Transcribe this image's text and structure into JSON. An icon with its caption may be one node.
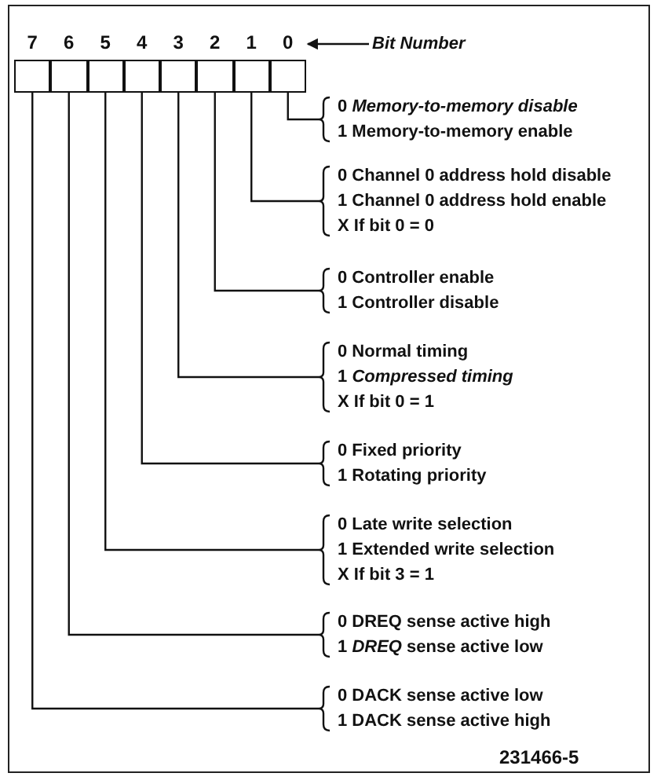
{
  "diagram": {
    "nodes": [
      {
        "text": [
          "7"
        ]
      },
      {
        "text": [
          "6"
        ]
      },
      {
        "text": [
          "5"
        ]
      },
      {
        "text": [
          "4"
        ]
      },
      {
        "text": [
          "3"
        ]
      },
      {
        "text": [
          "2"
        ]
      },
      {
        "text": [
          "1"
        ]
      },
      {
        "text": [
          "0"
        ]
      },
      {
        "text": [
          "Bit Number"
        ]
      },
      {
        "text": [
          "0 *Memory-to-memory disable*",
          "1 Memory-to-memory enable"
        ]
      },
      {
        "text": [
          "0 Channel 0 address hold disable",
          "1 Channel 0 address hold enable",
          "X If bit 0 = 0"
        ]
      },
      {
        "text": [
          "0 Controller enable",
          "1 Controller disable"
        ]
      },
      {
        "text": [
          "0 Normal timing",
          "1 *Compressed timing*",
          "X If bit 0 = 1"
        ]
      },
      {
        "text": [
          "0 Fixed priority",
          "1 Rotating priority"
        ]
      },
      {
        "text": [
          "0 Late write selection",
          "1 Extended write selection",
          "X If bit 3 = 1"
        ]
      },
      {
        "text": [
          "0 DREQ sense active high",
          "1 *DREQ* sense active low"
        ]
      },
      {
        "text": [
          "0 DACK sense active low",
          "1 DACK sense active high"
        ]
      }
    ],
    "edges": [
      {
        "from": 8,
        "to": 7,
        "arrow": "to"
      },
      {
        "from": 7,
        "to": 9,
        "arrow": "none"
      },
      {
        "from": 6,
        "to": 10,
        "arrow": "none"
      },
      {
        "from": 5,
        "to": 11,
        "arrow": "none"
      },
      {
        "from": 4,
        "to": 12,
        "arrow": "none"
      },
      {
        "from": 3,
        "to": 13,
        "arrow": "none"
      },
      {
        "from": 2,
        "to": 14,
        "arrow": "none"
      },
      {
        "from": 1,
        "to": 15,
        "arrow": "none"
      },
      {
        "from": 0,
        "to": 16,
        "arrow": "none"
      }
    ],
    "labels": [
      "231466-5"
    ]
  }
}
